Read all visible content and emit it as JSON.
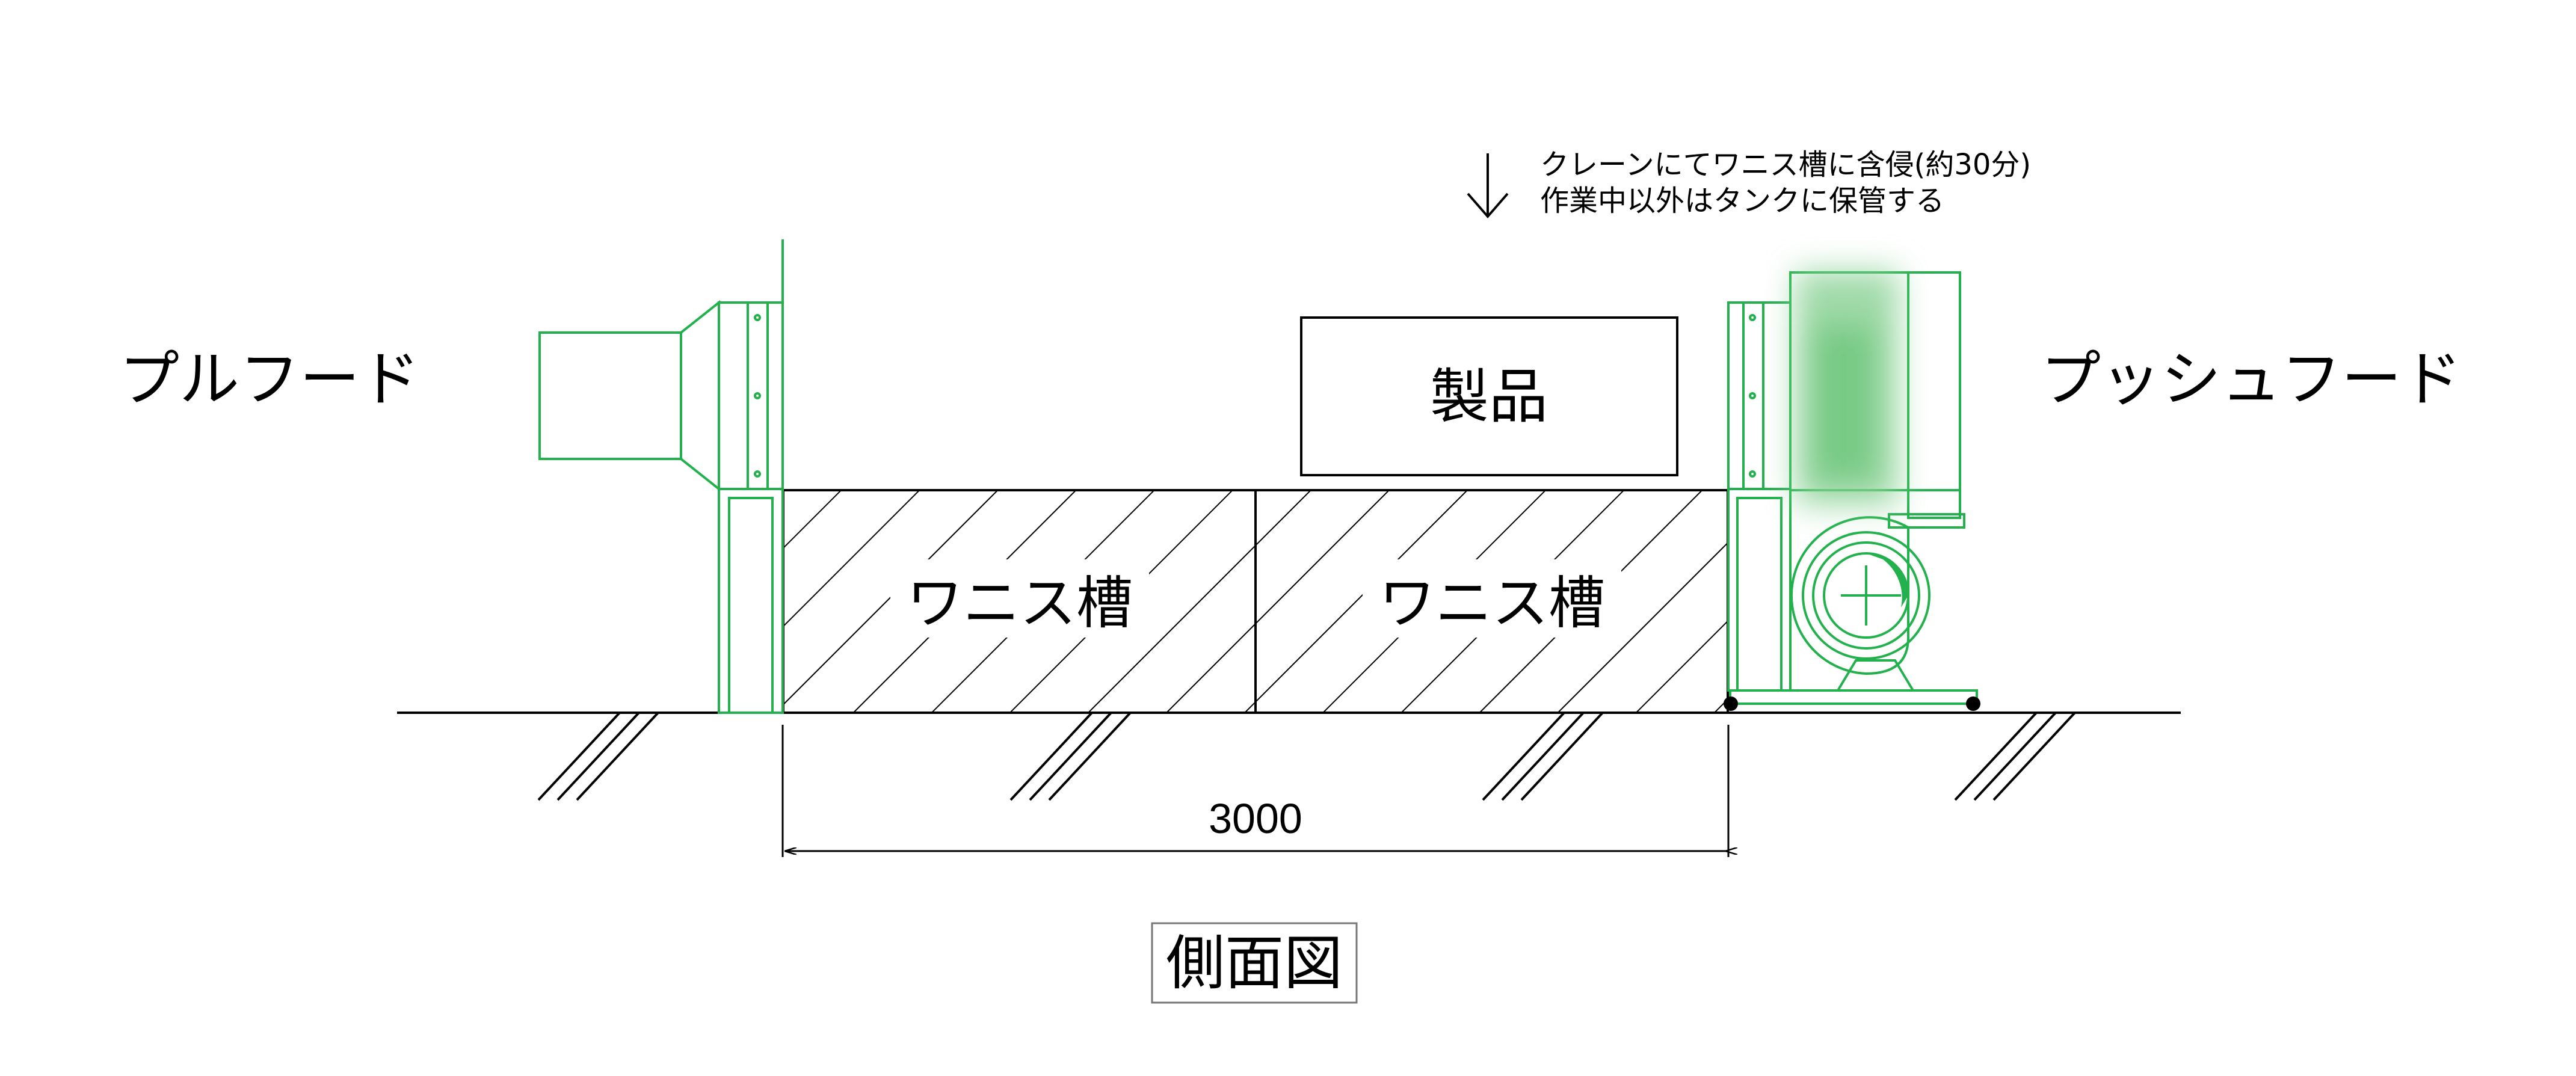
{
  "labels": {
    "pull_hood": "プルフード",
    "push_hood": "プッシュフード",
    "product": "製品",
    "tank_left": "ワニス槽",
    "tank_right": "ワニス槽",
    "dimension": "3000",
    "view_title": "側面図"
  },
  "note": {
    "line1": "クレーンにてワニス槽に含侵(約30分)",
    "line2": "作業中以外はタンクに保管する"
  },
  "colors": {
    "equipment": "#22b14c",
    "lines": "#000000",
    "hidden_blur": "#8fd39a"
  }
}
